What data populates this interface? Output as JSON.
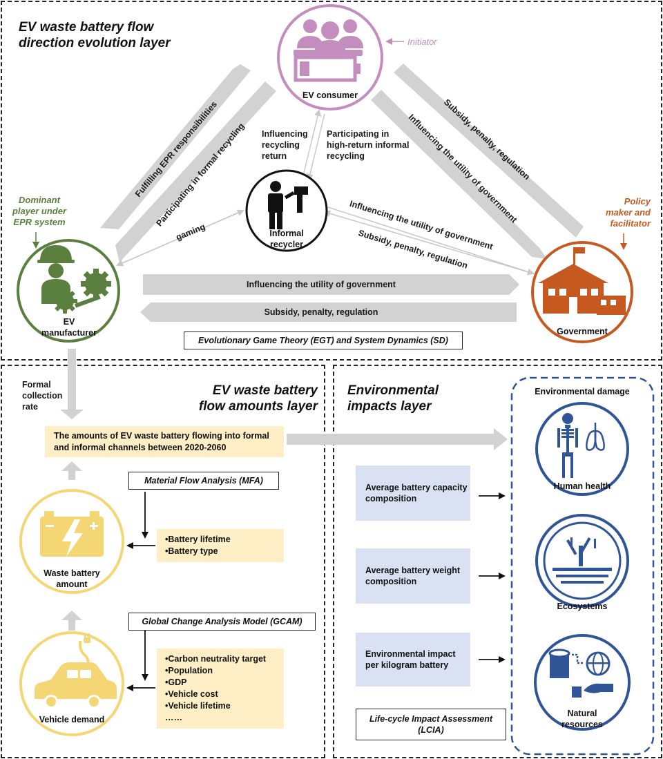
{
  "layers": {
    "top_title": "EV waste battery flow direction evolution layer",
    "left_title": "EV waste battery flow amounts layer",
    "right_title": "Environmental impacts layer"
  },
  "roles": {
    "initiator": "Initiator",
    "dominant": "Dominant player under EPR system",
    "policy": "Policy maker and facilitator"
  },
  "nodes": {
    "consumer": "EV consumer",
    "manufacturer": "EV manufacturer",
    "government": "Government",
    "informal": "Informal recycler",
    "waste_battery": "Waste battery amount",
    "vehicle_demand": "Vehicle demand",
    "env_damage": "Environmental damage",
    "human_health": "Human health",
    "ecosystems": "Ecosystems",
    "natural_resources": "Natural resources"
  },
  "flows": {
    "fulfilling_epr": "Fulfilling EPR responsibilities",
    "participating_formal": "Participating in formal recycling",
    "influencing_return": "Influencing recycling return",
    "participating_informal": "Participating in high-return informal recycling",
    "subsidy_top": "Subsidy, penalty, regulation",
    "influencing_gov_top": "Influencing the utility of government",
    "gaming": "gaming",
    "influencing_gov_mid": "Influencing the utility of government",
    "subsidy_mid": "Subsidy, penalty, regulation",
    "influencing_gov_bottom": "Influencing the utility of government",
    "subsidy_bottom": "Subsidy, penalty, regulation"
  },
  "methods": {
    "egt_sd": "Evolutionary Game Theory (EGT) and System Dynamics (SD)",
    "mfa": "Material Flow Analysis (MFA)",
    "gcam": "Global Change Analysis Model (GCAM)",
    "lcia": "Life-cycle Impact Assessment (LCIA)"
  },
  "amounts": {
    "formal_collection_rate": "Formal collection rate",
    "flow_box": "The amounts of EV waste battery flowing into formal and informal channels between 2020-2060",
    "mfa_params": [
      "•Battery lifetime",
      "•Battery type"
    ],
    "gcam_params": [
      "•Carbon neutrality target",
      "•Population",
      "•GDP",
      "•Vehicle cost",
      "•Vehicle lifetime",
      "……"
    ]
  },
  "impacts": {
    "capacity": "Average battery capacity composition",
    "weight": "Average battery weight composition",
    "per_kg": "Environmental impact per kilogram battery"
  },
  "colors": {
    "consumer": "#c38ebd",
    "manufacturer": "#5a7f3e",
    "government": "#c5591f",
    "informal": "#111111",
    "yellow": "#f4d774",
    "blue": "#2f5597",
    "arrow_gray": "#d0d0d0"
  }
}
